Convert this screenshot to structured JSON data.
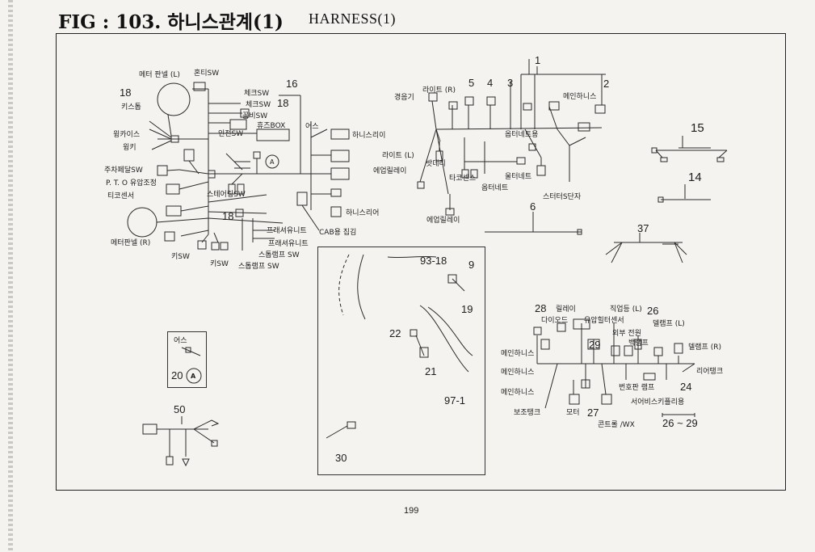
{
  "title": {
    "fig": "FIG : 103. 하니스관계(1)",
    "sub": "HARNESS(1)"
  },
  "page_number": "199",
  "left_group": {
    "meter_panel_l": "메터 판넬 (L)",
    "horn_sw": "혼티SW",
    "ref_18_top": "18",
    "key_switch": "키스톱",
    "winker": "윙카이스",
    "winker2": "윙키",
    "check_sw_1": "체크SW",
    "check_sw_2": "체크SW",
    "ref_16": "16",
    "ref_18_b": "18",
    "buzzer_sw": "꼼비SW",
    "safety_sw": "인전SW",
    "fuse_box": "휴즈BOX",
    "earth_top": "어스",
    "harness_relay_1": "하니스리이",
    "parking_pedal_sw": "주차페달SW",
    "pto_oil_adj": "P. T. O 유압조정",
    "tacho_sensor": "티코센서",
    "steering_sw": "스테어링SW",
    "ref_18_c": "18",
    "harness_relay_2": "하니스리어",
    "meter_panel_r": "메터판넬 (R)",
    "key_sw_1": "키SW",
    "key_sw_2": "키SW",
    "pressure_unit_1": "프래셔유니트",
    "pressure_unit_2": "프래셔유니트",
    "stop_lamp_sw_1": "스톱램프 SW",
    "stop_lamp_sw_2": "스톱램프 SW",
    "cab_connector": "CAB용 집김",
    "earth_a_mark": "A"
  },
  "center_group": {
    "ref_1": "1",
    "ref_2": "2",
    "ref_3": "3",
    "ref_4": "4",
    "ref_5": "5",
    "horn": "경음기",
    "light_r": "라이트 (R)",
    "main_harness": "메인하니스",
    "oil_meter": "옵터네트용",
    "light_l": "라이트 (L)",
    "battery": "밧데리",
    "air_relay_1": "에업릴레이",
    "tacho_sens": "타코센스",
    "oil_net_1": "울터네트",
    "oil_net_2": "옵터네트",
    "starter_terminal": "스터터S단자",
    "air_relay_2": "에업릴레이",
    "ref_6": "6"
  },
  "right_group": {
    "ref_15": "15",
    "ref_14": "14",
    "ref_37": "37"
  },
  "inset": {
    "ref_93_18": "93-18",
    "ref_9": "9",
    "ref_19": "19",
    "ref_22": "22",
    "ref_21": "21",
    "ref_97_1": "97-1",
    "ref_30": "30"
  },
  "earth_box": {
    "label": "어스",
    "ref": "20",
    "mark": "A"
  },
  "connector_50": {
    "ref": "50"
  },
  "bottom_right": {
    "ref_28": "28",
    "relay": "릴레이",
    "work_light_l": "직업등 (L)",
    "ref_26": "26",
    "diode": "다이오드",
    "oil_temp_sensor": "유압힐터센서",
    "tail_lamp_l": "델램프 (L)",
    "ref_29": "29",
    "ext_power": "외부 전원",
    "back_lamp": "백램프",
    "tail_lamp_r": "델램프 (R)",
    "main_harness_1": "메인하니스",
    "main_harness_2": "메인하니스",
    "main_harness_3": "메인하니스",
    "rear_tank": "리어탱크",
    "number_plate_lamp": "번호판 램프",
    "ref_24": "24",
    "service_coupler": "서어비스키플리용",
    "aux_tank": "보조탱크",
    "motor": "모터",
    "ref_27": "27",
    "controller_wx": "콘트롤 /WX",
    "ref_26_29": "26 ~ 29"
  }
}
